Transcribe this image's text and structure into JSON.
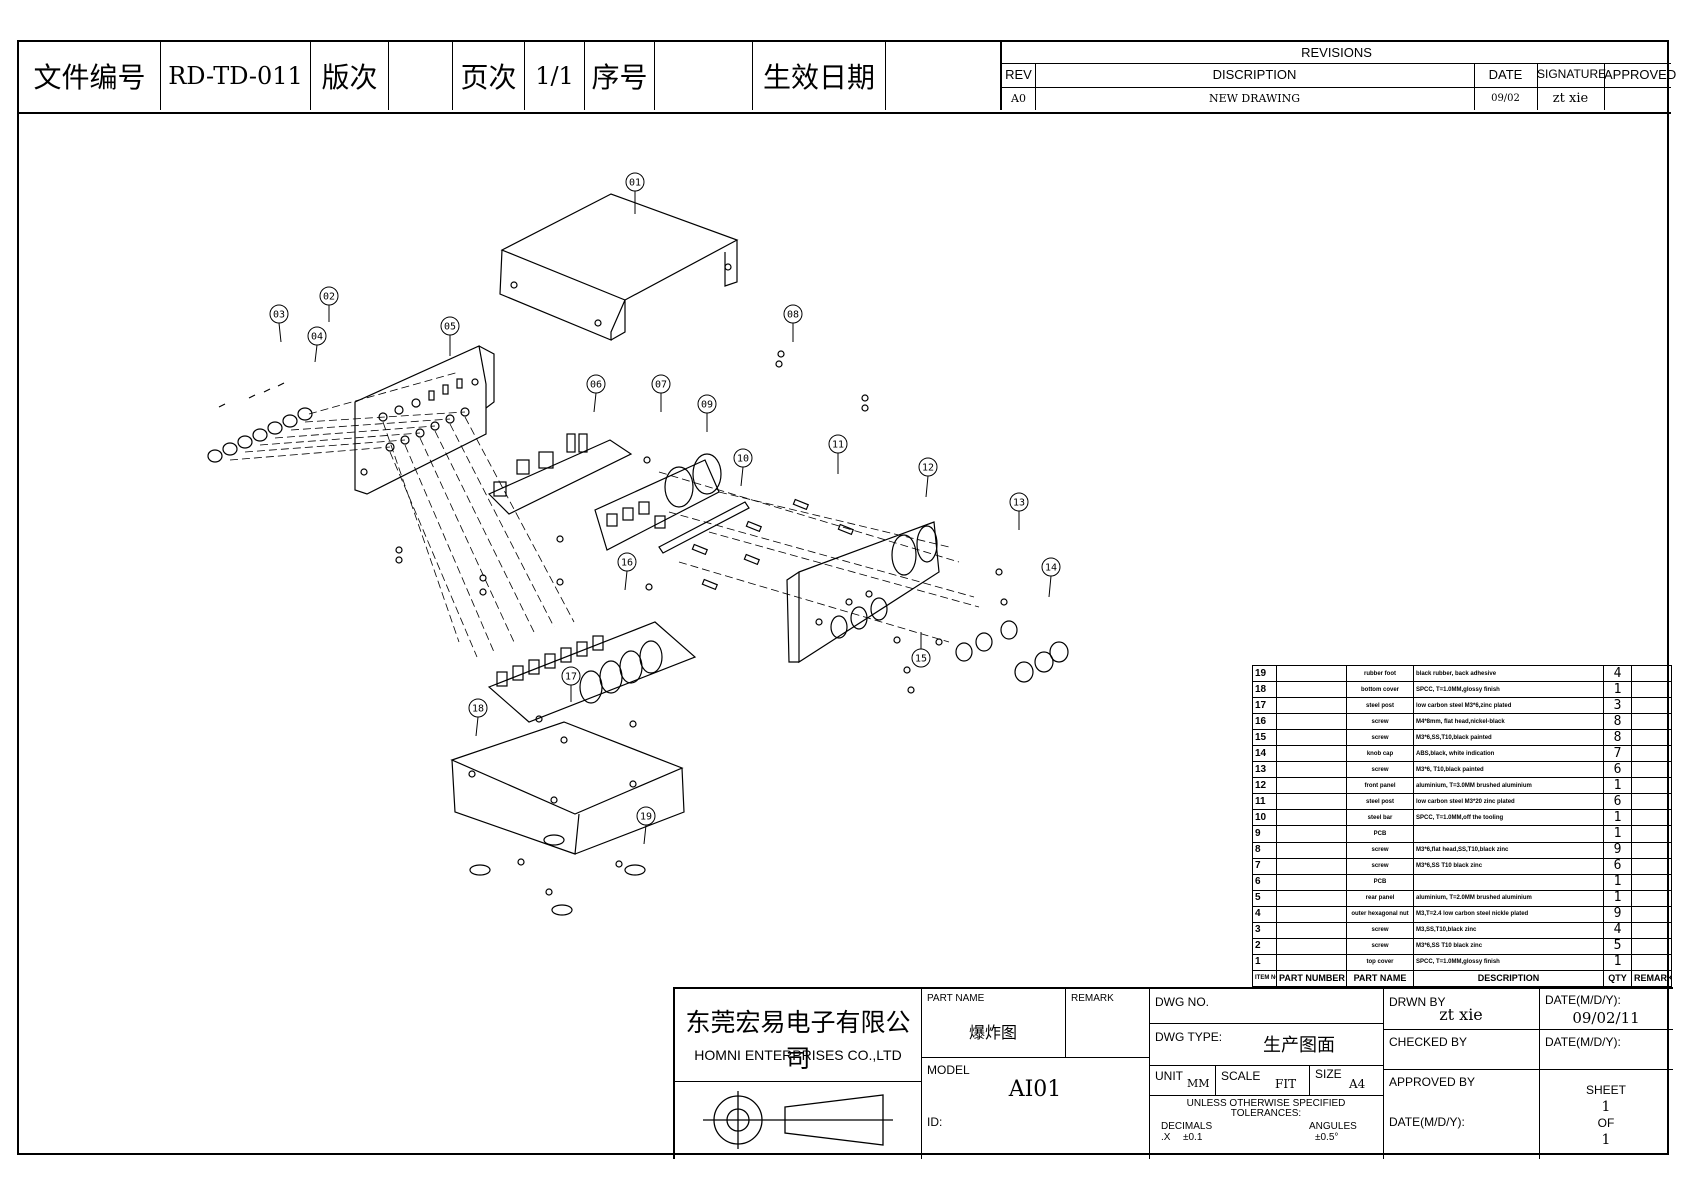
{
  "header": {
    "doc_no_label": "文件编号",
    "doc_no": "RD-TD-011",
    "version_label": "版次",
    "version": "",
    "page_label": "页次",
    "page": "1/1",
    "serial_label": "序号",
    "serial": "",
    "effective_date_label": "生效日期",
    "effective_date": ""
  },
  "revisions": {
    "title": "REVISIONS",
    "col_rev": "REV",
    "col_desc": "DISCRIPTION",
    "col_date": "DATE",
    "col_signature": "SIGNATURE",
    "col_approved": "APPROVED",
    "rows": [
      {
        "rev": "A0",
        "desc": "NEW DRAWING",
        "date": "09/02",
        "signature": "zt xie",
        "approved": ""
      }
    ]
  },
  "callouts": [
    "01",
    "02",
    "03",
    "04",
    "05",
    "06",
    "07",
    "08",
    "09",
    "10",
    "11",
    "12",
    "13",
    "14",
    "15",
    "16",
    "17",
    "18",
    "19"
  ],
  "bom": {
    "head": {
      "no": "ITEM NO",
      "part_number": "PART NUMBER",
      "part_name": "PART NAME",
      "description": "DESCRIPTION",
      "qty": "QTY",
      "remark": "REMARK"
    },
    "rows": [
      {
        "no": "19",
        "pn": "",
        "name": "rubber foot",
        "desc": "black rubber, back adhesive",
        "qty": "4"
      },
      {
        "no": "18",
        "pn": "",
        "name": "bottom cover",
        "desc": "SPCC, T=1.0MM,glossy finish",
        "qty": "1"
      },
      {
        "no": "17",
        "pn": "",
        "name": "steel post",
        "desc": "low carbon steel M3*6,zinc plated",
        "qty": "3"
      },
      {
        "no": "16",
        "pn": "",
        "name": "screw",
        "desc": "M4*8mm, flat head,nickel-black",
        "qty": "8"
      },
      {
        "no": "15",
        "pn": "",
        "name": "screw",
        "desc": "M3*6,SS,T10,black painted",
        "qty": "8"
      },
      {
        "no": "14",
        "pn": "",
        "name": "knob cap",
        "desc": "ABS,black, white indication",
        "qty": "7"
      },
      {
        "no": "13",
        "pn": "",
        "name": "screw",
        "desc": "M3*6, T10,black painted",
        "qty": "6"
      },
      {
        "no": "12",
        "pn": "",
        "name": "front panel",
        "desc": "aluminium, T=3.0MM brushed aluminium",
        "qty": "1"
      },
      {
        "no": "11",
        "pn": "",
        "name": "steel post",
        "desc": "low carbon steel M3*20 zinc plated",
        "qty": "6"
      },
      {
        "no": "10",
        "pn": "",
        "name": "steel bar",
        "desc": "SPCC, T=1.0MM,off the tooling",
        "qty": "1"
      },
      {
        "no": "9",
        "pn": "",
        "name": "PCB",
        "desc": "",
        "qty": "1"
      },
      {
        "no": "8",
        "pn": "",
        "name": "screw",
        "desc": "M3*6,flat head,SS,T10,black zinc",
        "qty": "9"
      },
      {
        "no": "7",
        "pn": "",
        "name": "screw",
        "desc": "M3*6,SS T10 black zinc",
        "qty": "6"
      },
      {
        "no": "6",
        "pn": "",
        "name": "PCB",
        "desc": "",
        "qty": "1"
      },
      {
        "no": "5",
        "pn": "",
        "name": "rear panel",
        "desc": "aluminium, T=2.0MM brushed aluminium",
        "qty": "1"
      },
      {
        "no": "4",
        "pn": "",
        "name": "outer hexagonal nut",
        "desc": "M3,T=2.4 low carbon steel nickle plated",
        "qty": "9"
      },
      {
        "no": "3",
        "pn": "",
        "name": "screw",
        "desc": "M3,SS,T10,black zinc",
        "qty": "4"
      },
      {
        "no": "2",
        "pn": "",
        "name": "screw",
        "desc": "M3*6,SS T10 black zinc",
        "qty": "5"
      },
      {
        "no": "1",
        "pn": "",
        "name": "top cover",
        "desc": "SPCC, T=1.0MM,glossy finish",
        "qty": "1"
      }
    ]
  },
  "title_block": {
    "company_cn": "东莞宏易电子有限公司",
    "company_en": "HOMNI ENTERPRISES CO.,LTD",
    "part_name_label": "PART NAME",
    "part_name": "爆炸图",
    "remark_label": "REMARK",
    "model_label": "MODEL",
    "model": "AI01",
    "id_label": "ID:",
    "dwg_no_label": "DWG NO.",
    "dwg_type_label": "DWG TYPE:",
    "dwg_type": "生产图面",
    "unit_label": "UNIT",
    "unit": "MM",
    "scale_label": "SCALE",
    "scale": "FIT",
    "size_label": "SIZE",
    "size": "A4",
    "tol_line1": "UNLESS OTHERWISE SPECIFIED",
    "tol_line2": "TOLERANCES:",
    "decimals_label": "DECIMALS",
    "decimals_x": ".X",
    "decimals_val": "±0.1",
    "angles_label": "ANGULES",
    "angles_val": "±0.5°",
    "drwn_by_label": "DRWN BY",
    "drwn_by": "zt xie",
    "date1_label": "DATE(M/D/Y):",
    "date1": "09/02/11",
    "checked_by_label": "CHECKED BY",
    "date2_label": "DATE(M/D/Y):",
    "approved_by_label": "APPROVED BY",
    "date3_label": "DATE(M/D/Y):",
    "sheet_label": "SHEET",
    "sheet": "1",
    "of_label": "OF",
    "of": "1"
  }
}
